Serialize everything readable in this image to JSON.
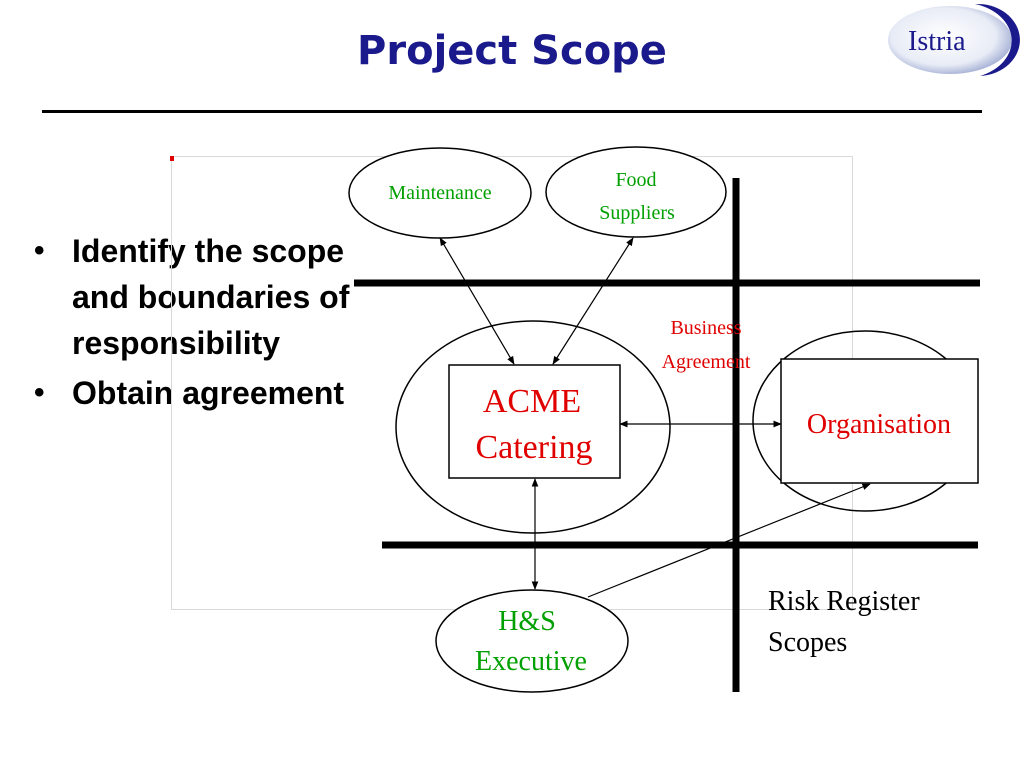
{
  "slide": {
    "title": "Project Scope",
    "bullets": [
      "Identify the scope and boundaries of responsibility",
      "Obtain agreement"
    ]
  },
  "logo": {
    "text": "Istria"
  },
  "diagram": {
    "maintenance": "Maintenance",
    "food_line1": "Food",
    "food_line2": "Suppliers",
    "business_line1": "Business",
    "business_line2": "Agreement",
    "acme_line1": "ACME",
    "acme_line2": "Catering",
    "organisation": "Organisation",
    "hs_line1": "H&S",
    "hs_line2": "Executive",
    "risk_line1": "Risk Register",
    "risk_line2": "Scopes"
  },
  "colors": {
    "title": "#1a1a8c",
    "green_label": "#00a000",
    "red_label": "#e00000",
    "logo_text": "#1a1a8c"
  }
}
